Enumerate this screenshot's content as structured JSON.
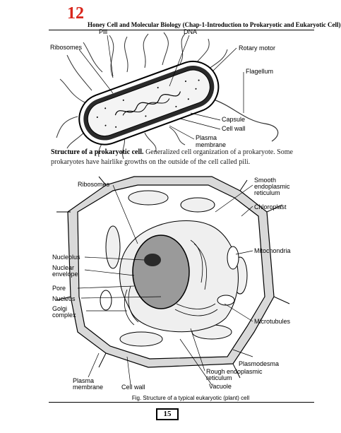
{
  "header": {
    "chapter_number": "12",
    "running_title": "Honey Cell and Molecular Biology (Chap-1-Introduction to Prokaryotic and Eukaryotic Cell)"
  },
  "prokaryote": {
    "labels": {
      "pili": "Pili",
      "dna": "DNA",
      "ribosomes": "Ribosomes",
      "rotary_motor": "Rotary motor",
      "flagellum": "Flagellum",
      "capsule": "Capsule",
      "cell_wall": "Cell wall",
      "plasma_membrane_1": "Plasma",
      "plasma_membrane_2": "membrane"
    },
    "caption_title": "Structure of a prokaryotic cell.",
    "caption_body": "Generalized cell organization of a prokaryote. Some prokaryotes have hairlike growths on the outside of the cell called pili."
  },
  "eukaryote": {
    "labels": {
      "ribosomes": "Ribosomes",
      "smooth_er_1": "Smooth",
      "smooth_er_2": "endoplasmic",
      "smooth_er_3": "reticulum",
      "chloroplast": "Chloroplast",
      "mitochondria": "Mitochondria",
      "nucleolus": "Nucleolus",
      "nuclear_envelope_1": "Nuclear",
      "nuclear_envelope_2": "envelope",
      "pore": "Pore",
      "nucleus": "Nucleus",
      "golgi_1": "Golgi",
      "golgi_2": "complex",
      "microtubules": "Microtubules",
      "plasmodesma": "Plasmodesma",
      "rough_er_1": "Rough endoplasmic",
      "rough_er_2": "reticulum",
      "vacuole": "Vacuole",
      "plasma_membrane_1": "Plasma",
      "plasma_membrane_2": "membrane",
      "cell_wall": "Cell wall"
    },
    "caption": "Fig. Structure of a typical eukaryotic (plant) cell"
  },
  "footer": {
    "page_number": "15"
  },
  "colors": {
    "chapter_number": "#d9261c"
  }
}
